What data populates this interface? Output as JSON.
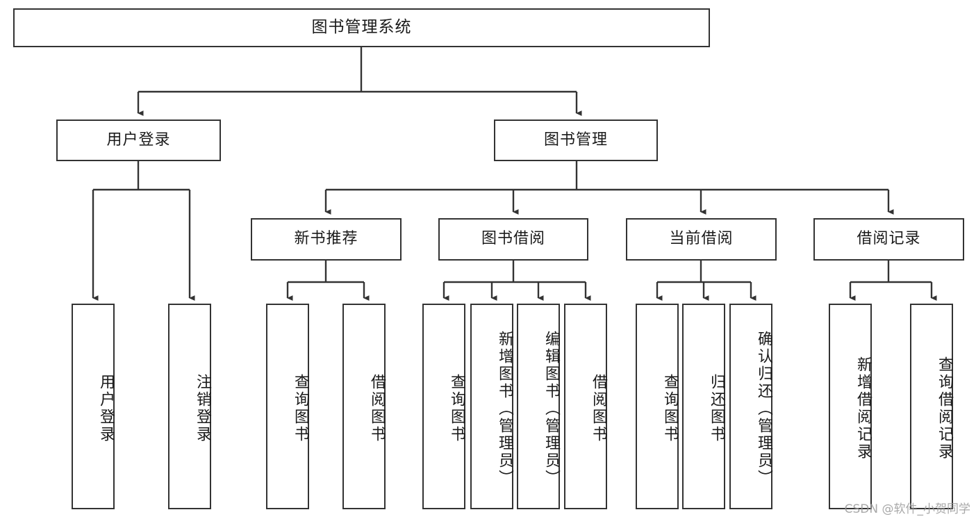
{
  "diagram": {
    "type": "tree",
    "title": "图书管理系统",
    "root": {
      "label": "图书管理系统"
    },
    "level1": [
      {
        "label": "用户登录"
      },
      {
        "label": "图书管理"
      }
    ],
    "level2": [
      {
        "label": "新书推荐"
      },
      {
        "label": "图书借阅"
      },
      {
        "label": "当前借阅"
      },
      {
        "label": "借阅记录"
      }
    ],
    "leaves": {
      "user_login": [
        {
          "label": "用户登录"
        },
        {
          "label": "注销登录"
        }
      ],
      "new_book": [
        {
          "label": "查询图书"
        },
        {
          "label": "借阅图书"
        }
      ],
      "book_borrow": [
        {
          "label": "查询图书"
        },
        {
          "label": "新增图书（管理员）"
        },
        {
          "label": "编辑图书（管理员）"
        },
        {
          "label": "借阅图书"
        }
      ],
      "current_borrow": [
        {
          "label": "查询图书"
        },
        {
          "label": "归还图书"
        },
        {
          "label": "确认归还（管理员）"
        }
      ],
      "borrow_record": [
        {
          "label": "新增借阅记录"
        },
        {
          "label": "查询借阅记录"
        }
      ]
    }
  },
  "watermark": {
    "text": "CSDN @软件_小贺同学"
  },
  "colors": {
    "border": "#333333",
    "text": "#1a1a1a",
    "background": "#ffffff",
    "watermark": "#9a9a9a"
  }
}
